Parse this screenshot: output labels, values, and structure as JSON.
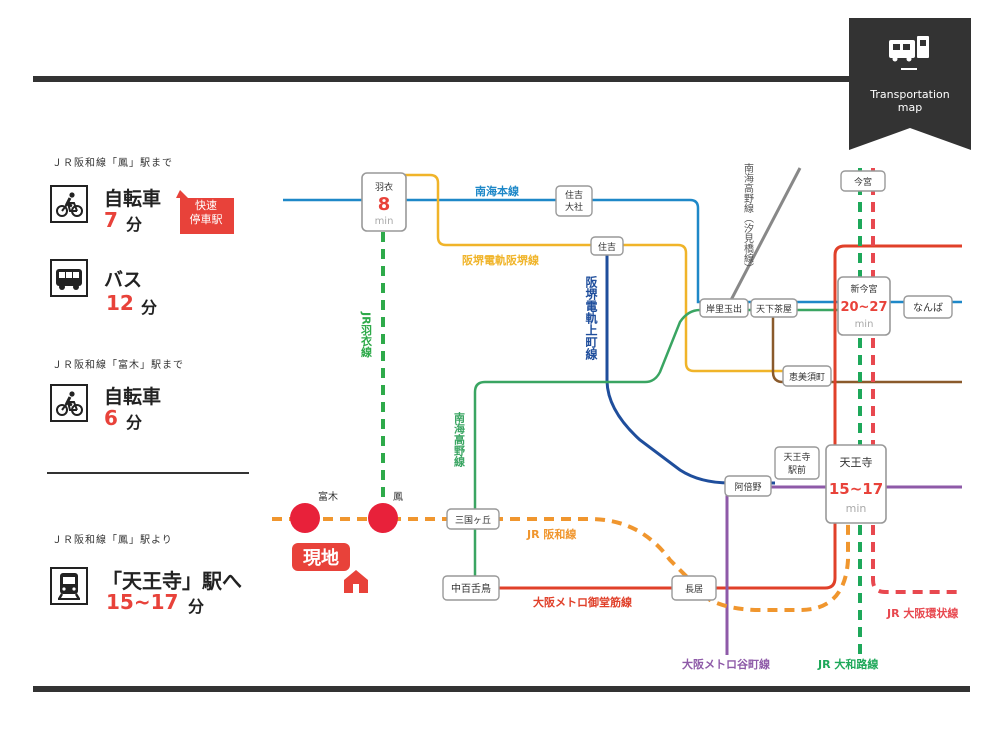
{
  "badge": {
    "label_line1": "Transportation",
    "label_line2": "map",
    "icon": "train-bus-icon"
  },
  "access": {
    "otori_heading": "ＪＲ阪和線「鳳」駅まで",
    "bike1": {
      "mode": "自転車",
      "value": "7",
      "unit": "分",
      "tag_line1": "快速",
      "tag_line2": "停車駅",
      "icon": "bicycle-icon"
    },
    "bus": {
      "mode": "バス",
      "value": "12",
      "unit": "分",
      "icon": "bus-icon"
    },
    "tomiki_heading": "ＪＲ阪和線「富木」駅まで",
    "bike2": {
      "mode": "自転車",
      "value": "6",
      "unit": "分",
      "icon": "bicycle-icon"
    },
    "from_heading": "ＪＲ阪和線「鳳」駅より",
    "train": {
      "mode": "「天王寺」駅へ",
      "value": "15~17",
      "unit": "分",
      "icon": "train-icon"
    }
  },
  "map": {
    "stations": {
      "hagoromo": "羽衣",
      "hagoromo_min": "8",
      "min": "min",
      "sumiyoshi_taisha_1": "住吉",
      "sumiyoshi_taisha_2": "大社",
      "sumiyoshi": "住吉",
      "kishinosato": "岸里玉出",
      "tengachaya": "天下茶屋",
      "imamiya": "今宮",
      "shin_imamiya": "新今宮",
      "shin_imamiya_min": "20~27",
      "namba": "なんば",
      "ebisucho": "恵美須町",
      "tennoji_ekimae_1": "天王寺",
      "tennoji_ekimae_2": "駅前",
      "tennoji": "天王寺",
      "tennoji_min": "15~17",
      "abeno": "阿倍野",
      "mikunigaoka": "三国ヶ丘",
      "nakamozu": "中百舌鳥",
      "nagai": "長居",
      "tomiki": "富木",
      "otori": "鳳",
      "site": "現地"
    },
    "lines": {
      "nankai_main": "南海本線",
      "hankai": "阪堺電軌阪堺線",
      "uemachi": "阪堺電軌上町線",
      "shiomibashi": "南海高野線（汐見橋線）",
      "hagoromo_line": "JR羽衣線",
      "koya": "南海高野線",
      "hanwa": "JR 阪和線",
      "midosuji": "大阪メトロ御堂筋線",
      "tanimachi": "大阪メトロ谷町線",
      "yamatoji": "JR 大和路線",
      "loop": "JR 大阪環状線"
    },
    "colors": {
      "nankai_main": "#1e88c8",
      "hankai": "#f0b429",
      "uemachi": "#1f4e9c",
      "koya": "#3aa562",
      "hanwa": "#f0962e",
      "midosuji": "#e0402a",
      "tanimachi": "#8e5aa8",
      "yamatoji": "#1ea85a",
      "loop": "#e8484f",
      "hagoromo_line": "#2eaa4a",
      "brown": "#8a5a2b",
      "gray": "#888888",
      "accent": "#e8423a"
    }
  }
}
